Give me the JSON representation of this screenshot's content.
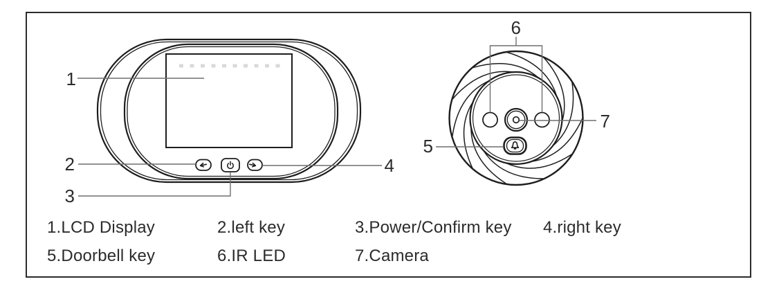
{
  "colors": {
    "outline": "#1d1d1d",
    "leader_line": "#6e6e6e",
    "background": "#ffffff",
    "lcd_dash": "#d9d9d9",
    "frame_border": "#2b2b2b"
  },
  "callouts": {
    "c1": "1",
    "c2": "2",
    "c3": "3",
    "c4": "4",
    "c5": "5",
    "c6": "6",
    "c7": "7"
  },
  "legend": {
    "items": [
      {
        "label": "1.LCD Display"
      },
      {
        "label": "2.left key"
      },
      {
        "label": "3.Power/Confirm key"
      },
      {
        "label": "4.right key"
      },
      {
        "label": "5.Doorbell key"
      },
      {
        "label": "6.IR LED"
      },
      {
        "label": "7.Camera"
      }
    ]
  },
  "icons": {
    "left_key": "left-arrow-icon",
    "power_confirm_key": "power-icon",
    "right_key": "right-arrow-icon",
    "doorbell_key": "bell-icon"
  }
}
